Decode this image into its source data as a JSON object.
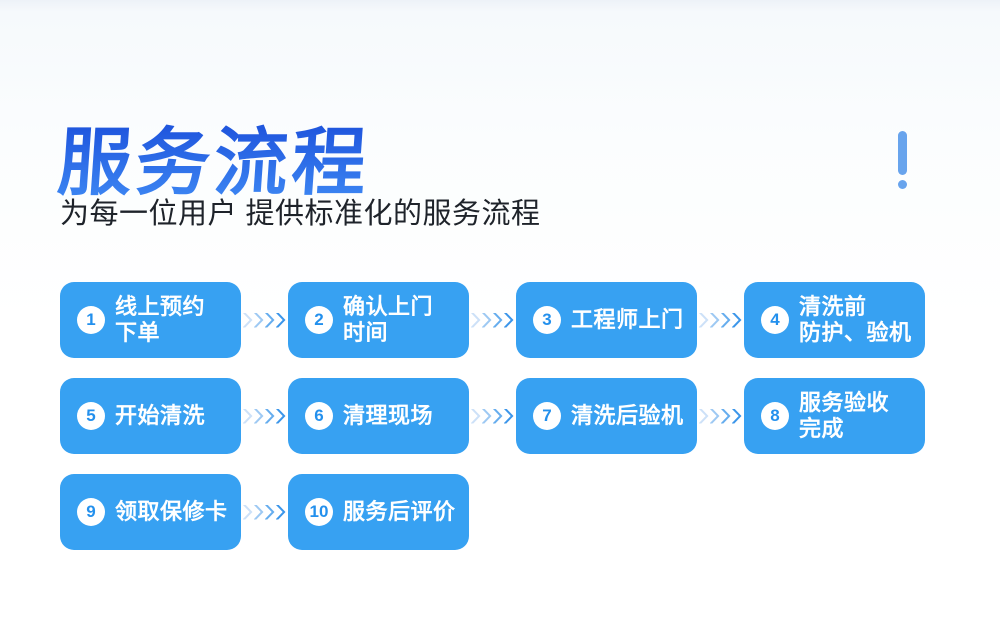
{
  "page": {
    "title": "服务流程",
    "subtitle": "为每一位用户 提供标准化的服务流程"
  },
  "colors": {
    "title_grad_top": "#2057de",
    "title_grad_bottom": "#3d87f3",
    "box_blue": "#37a1f2",
    "step_number_blue": "#2390ed",
    "accent_exclaim": "#68a4ed",
    "subtitle_text": "#1e232a"
  },
  "decor": {
    "exclamation_icon": "exclamation-mark"
  },
  "steps": [
    {
      "number": "1",
      "lines": [
        "线上预约",
        "下单"
      ]
    },
    {
      "number": "2",
      "lines": [
        "确认上门",
        "时间"
      ]
    },
    {
      "number": "3",
      "lines": [
        "工程师上门"
      ]
    },
    {
      "number": "4",
      "lines": [
        "清洗前",
        "防护、验机"
      ]
    },
    {
      "number": "5",
      "lines": [
        "开始清洗"
      ]
    },
    {
      "number": "6",
      "lines": [
        "清理现场"
      ]
    },
    {
      "number": "7",
      "lines": [
        "清洗后验机"
      ]
    },
    {
      "number": "8",
      "lines": [
        "服务验收",
        "完成"
      ]
    },
    {
      "number": "9",
      "lines": [
        "领取保修卡"
      ]
    },
    {
      "number": "10",
      "lines": [
        "服务后评价"
      ]
    }
  ],
  "flow": {
    "rows": [
      [
        0,
        1,
        2,
        3
      ],
      [
        4,
        5,
        6,
        7
      ],
      [
        8,
        9
      ]
    ],
    "arrow_icon": "chevron-right-x4",
    "arrow_colors": [
      "#cde1f8",
      "#9ec9f3",
      "#66adee",
      "#3c96ea"
    ]
  }
}
